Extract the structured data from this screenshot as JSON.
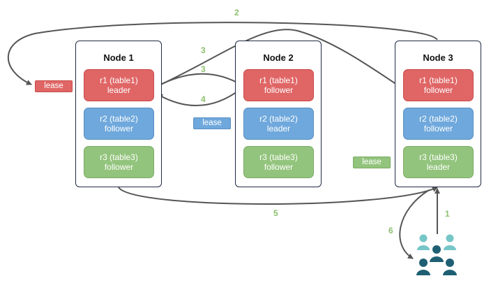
{
  "nodes": [
    {
      "title": "Node 1",
      "replicas": [
        {
          "line1": "r1 (table1)",
          "line2": "leader"
        },
        {
          "line1": "r2 (table2)",
          "line2": "follower"
        },
        {
          "line1": "r3 (table3)",
          "line2": "follower"
        }
      ]
    },
    {
      "title": "Node 2",
      "replicas": [
        {
          "line1": "r1 (table1)",
          "line2": "follower"
        },
        {
          "line1": "r2 (table2)",
          "line2": "leader"
        },
        {
          "line1": "r3 (table3)",
          "line2": "follower"
        }
      ]
    },
    {
      "title": "Node 3",
      "replicas": [
        {
          "line1": "r1 (table1)",
          "line2": "follower"
        },
        {
          "line1": "r2 (table2)",
          "line2": "follower"
        },
        {
          "line1": "r3 (table3)",
          "line2": "leader"
        }
      ]
    }
  ],
  "leases": [
    "lease",
    "lease",
    "lease"
  ],
  "steps": [
    "1",
    "2",
    "3",
    "3",
    "4",
    "5",
    "6"
  ],
  "colors": {
    "red": "#e06666",
    "blue": "#6fa8dc",
    "green": "#93c47d",
    "arrow": "#555555",
    "step": "#8cc06e"
  },
  "icons": {
    "clients": "users-group-icon"
  }
}
